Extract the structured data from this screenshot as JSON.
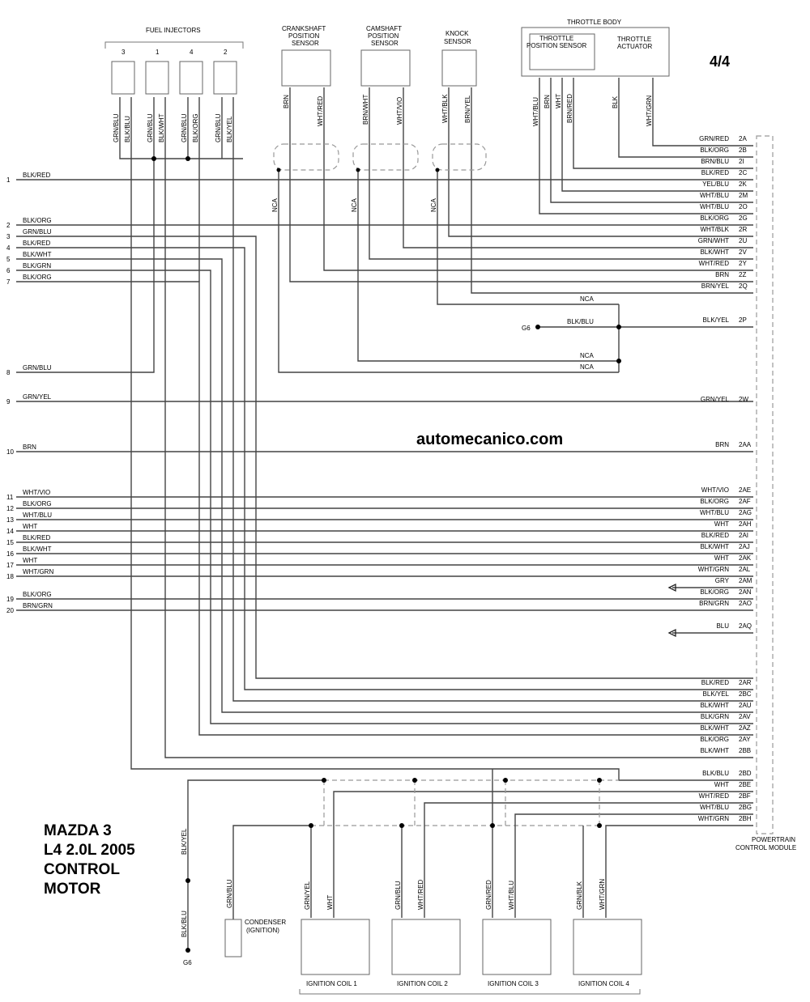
{
  "page_label": "4/4",
  "watermark": "automecanico.com",
  "title": [
    "MAZDA 3",
    "L4 2.0L 2005",
    "CONTROL",
    "MOTOR"
  ],
  "fuel_injectors": {
    "label": "FUEL INJECTORS",
    "units": [
      {
        "num": "3",
        "wires": [
          "GRN/BLU",
          "BLK/BLU"
        ]
      },
      {
        "num": "1",
        "wires": [
          "GRN/BLU",
          "BLK/WHT"
        ]
      },
      {
        "num": "4",
        "wires": [
          "GRN/BLU",
          "BLK/ORG"
        ]
      },
      {
        "num": "2",
        "wires": [
          "GRN/BLU",
          "BLK/YEL"
        ]
      }
    ]
  },
  "sensors": [
    {
      "label": [
        "CRANKSHAFT",
        "POSITION",
        "SENSOR"
      ],
      "wires": [
        "BRN",
        "WHT/RED"
      ]
    },
    {
      "label": [
        "CAMSHAFT",
        "POSITION",
        "SENSOR"
      ],
      "wires": [
        "BRN/WHT",
        "WHT/VIO"
      ]
    },
    {
      "label": [
        "KNOCK",
        "SENSOR"
      ],
      "wires": [
        "WHT/BLK",
        "BRN/YEL"
      ]
    }
  ],
  "nca_label": "NCA",
  "throttle_body": {
    "label": "THROTTLE BODY",
    "tps_label": [
      "THROTTLE",
      "POSITION SENSOR"
    ],
    "actuator_label": [
      "THROTTLE",
      "ACTUATOR"
    ],
    "wires": [
      "WHT/BLU",
      "BRN",
      "WHT",
      "BRN/RED",
      "BLK",
      "WHT/GRN"
    ]
  },
  "ground": {
    "label": "G6",
    "wire": "BLK/BLU"
  },
  "left_connector": [
    {
      "pin": "1",
      "wire": "BLK/RED"
    },
    {
      "pin": "2",
      "wire": "BLK/ORG"
    },
    {
      "pin": "3",
      "wire": "GRN/BLU"
    },
    {
      "pin": "4",
      "wire": "BLK/RED"
    },
    {
      "pin": "5",
      "wire": "BLK/WHT"
    },
    {
      "pin": "6",
      "wire": "BLK/GRN"
    },
    {
      "pin": "7",
      "wire": "BLK/ORG"
    },
    {
      "pin": "8",
      "wire": "GRN/BLU"
    },
    {
      "pin": "9",
      "wire": "GRN/YEL"
    },
    {
      "pin": "10",
      "wire": "BRN"
    },
    {
      "pin": "11",
      "wire": "WHT/VIO"
    },
    {
      "pin": "12",
      "wire": "BLK/ORG"
    },
    {
      "pin": "13",
      "wire": "WHT/BLU"
    },
    {
      "pin": "14",
      "wire": "WHT"
    },
    {
      "pin": "15",
      "wire": "BLK/RED"
    },
    {
      "pin": "16",
      "wire": "BLK/WHT"
    },
    {
      "pin": "17",
      "wire": "WHT"
    },
    {
      "pin": "18",
      "wire": "WHT/GRN"
    },
    {
      "pin": "19",
      "wire": "BLK/ORG"
    },
    {
      "pin": "20",
      "wire": "BRN/GRN"
    }
  ],
  "pcm": {
    "label": [
      "POWERTRAIN",
      "CONTROL MODULE"
    ],
    "pins": [
      {
        "wire": "GRN/RED",
        "pin": "2A"
      },
      {
        "wire": "BLK/ORG",
        "pin": "2B"
      },
      {
        "wire": "BRN/BLU",
        "pin": "2I"
      },
      {
        "wire": "BLK/RED",
        "pin": "2C"
      },
      {
        "wire": "YEL/BLU",
        "pin": "2K"
      },
      {
        "wire": "WHT/BLU",
        "pin": "2M"
      },
      {
        "wire": "WHT/BLU",
        "pin": "2O"
      },
      {
        "wire": "BLK/ORG",
        "pin": "2G"
      },
      {
        "wire": "WHT/BLK",
        "pin": "2R"
      },
      {
        "wire": "GRN/WHT",
        "pin": "2U"
      },
      {
        "wire": "BLK/WHT",
        "pin": "2V"
      },
      {
        "wire": "WHT/RED",
        "pin": "2Y"
      },
      {
        "wire": "BRN",
        "pin": "2Z"
      },
      {
        "wire": "BRN/YEL",
        "pin": "2Q"
      },
      {
        "wire": "BLK/YEL",
        "pin": "2P"
      },
      {
        "wire": "GRN/YEL",
        "pin": "2W"
      },
      {
        "wire": "BRN",
        "pin": "2AA"
      },
      {
        "wire": "WHT/VIO",
        "pin": "2AE"
      },
      {
        "wire": "BLK/ORG",
        "pin": "2AF"
      },
      {
        "wire": "WHT/BLU",
        "pin": "2AG"
      },
      {
        "wire": "WHT",
        "pin": "2AH"
      },
      {
        "wire": "BLK/RED",
        "pin": "2AI"
      },
      {
        "wire": "BLK/WHT",
        "pin": "2AJ"
      },
      {
        "wire": "WHT",
        "pin": "2AK"
      },
      {
        "wire": "WHT/GRN",
        "pin": "2AL"
      },
      {
        "wire": "GRY",
        "pin": "2AM"
      },
      {
        "wire": "BLK/ORG",
        "pin": "2AN"
      },
      {
        "wire": "BRN/GRN",
        "pin": "2AO"
      },
      {
        "wire": "BLU",
        "pin": "2AQ"
      },
      {
        "wire": "BLK/RED",
        "pin": "2AR"
      },
      {
        "wire": "BLK/YEL",
        "pin": "2BC"
      },
      {
        "wire": "BLK/WHT",
        "pin": "2AU"
      },
      {
        "wire": "BLK/GRN",
        "pin": "2AV"
      },
      {
        "wire": "BLK/WHT",
        "pin": "2AZ"
      },
      {
        "wire": "BLK/ORG",
        "pin": "2AY"
      },
      {
        "wire": "BLK/WHT",
        "pin": "2BB"
      },
      {
        "wire": "BLK/BLU",
        "pin": "2BD"
      },
      {
        "wire": "WHT",
        "pin": "2BE"
      },
      {
        "wire": "WHT/RED",
        "pin": "2BF"
      },
      {
        "wire": "WHT/BLU",
        "pin": "2BG"
      },
      {
        "wire": "WHT/GRN",
        "pin": "2BH"
      }
    ]
  },
  "ground_bottom": {
    "label": "G6",
    "wires": [
      "BLK/YEL",
      "BLK/BLU"
    ]
  },
  "condenser": {
    "label": [
      "CONDENSER",
      "(IGNITION)"
    ],
    "wire": "GRN/BLU"
  },
  "ignition_coils": [
    {
      "label": "IGNITION COIL 1",
      "wires": [
        "GRN/YEL",
        "WHT"
      ]
    },
    {
      "label": "IGNITION COIL 2",
      "wires": [
        "GRN/BLU",
        "WHT/RED"
      ]
    },
    {
      "label": "IGNITION COIL 3",
      "wires": [
        "GRN/RED",
        "WHT/BLU"
      ]
    },
    {
      "label": "IGNITION COIL 4",
      "wires": [
        "GRN/BLK",
        "WHT/GRN"
      ]
    }
  ]
}
